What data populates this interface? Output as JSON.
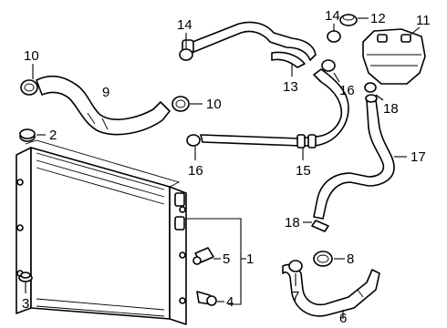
{
  "callouts": {
    "c1": "1",
    "c2": "2",
    "c3": "3",
    "c4": "4",
    "c5": "5",
    "c6": "6",
    "c7": "7",
    "c8": "8",
    "c9": "9",
    "c10a": "10",
    "c10b": "10",
    "c11": "11",
    "c12": "12",
    "c13": "13",
    "c14a": "14",
    "c14b": "14",
    "c15": "15",
    "c16a": "16",
    "c16b": "16",
    "c17": "17",
    "c18a": "18",
    "c18b": "18"
  }
}
